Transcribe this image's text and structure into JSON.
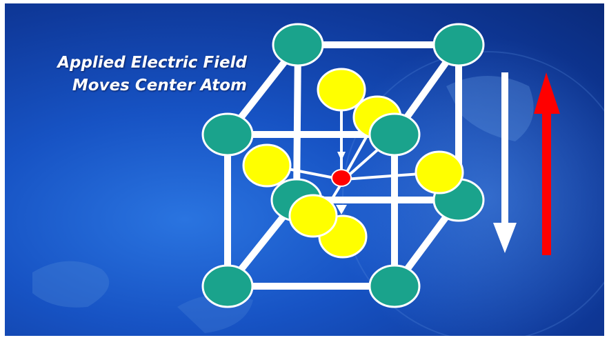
{
  "title_lines": [
    "Applied Electric Field",
    "Moves Center Atom"
  ],
  "colors": {
    "background": "#1753c4",
    "corner_atom": "#1aa38c",
    "face_atom": "#ffff00",
    "center_atom": "#ff0000",
    "bond": "#ffffff",
    "field_arrow_down": "#ffffff",
    "field_arrow_up": "#ff0000"
  },
  "icons": [
    "corner-atom",
    "face-atom",
    "center-atom",
    "down-arrow",
    "up-arrow"
  ]
}
